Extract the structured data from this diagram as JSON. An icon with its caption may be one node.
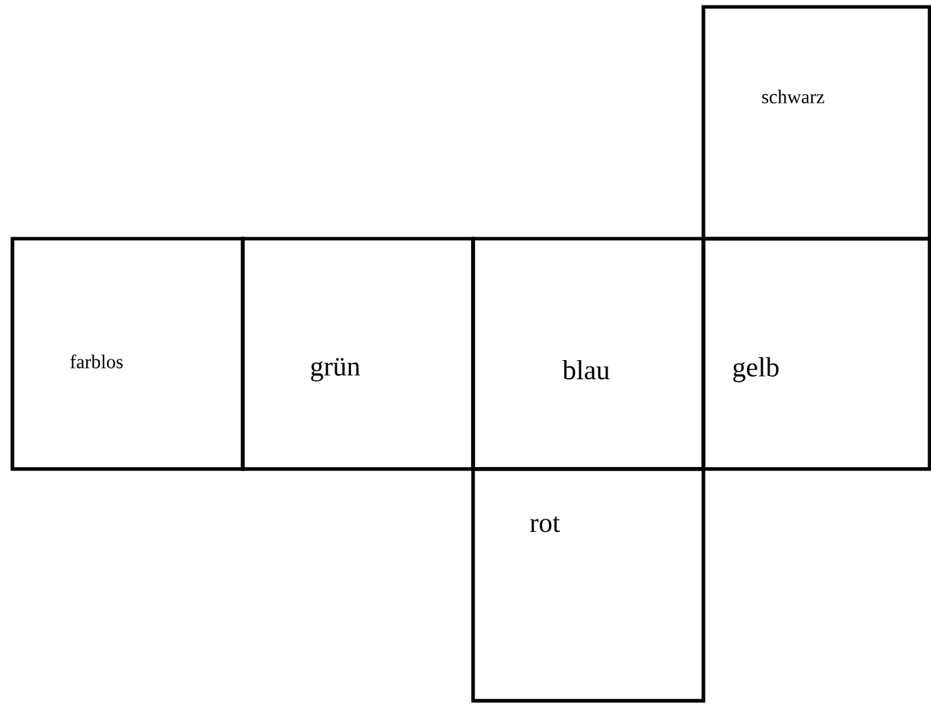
{
  "diagram": {
    "nodes": [
      {
        "text": [
          "schwarz"
        ]
      },
      {
        "text": [
          "farblos"
        ]
      },
      {
        "text": [
          "grün"
        ]
      },
      {
        "text": [
          "blau"
        ]
      },
      {
        "text": [
          "gelb"
        ]
      },
      {
        "text": [
          "rot"
        ]
      }
    ]
  }
}
